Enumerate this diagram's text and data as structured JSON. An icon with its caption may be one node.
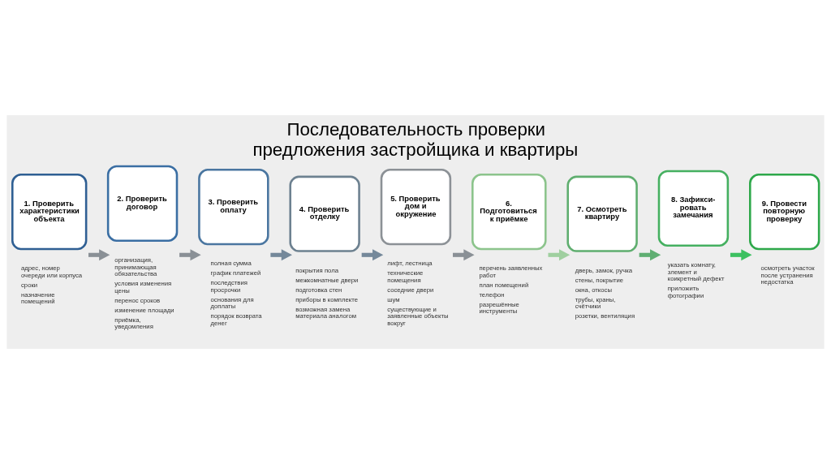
{
  "diagram": {
    "title": "Последовательность проверки предложения застройщика и квартиры",
    "nodes": [
      {
        "text": [
          "1. Проверить характеристики объекта"
        ],
        "beside": [
          "адрес, номер очереди или корпуса",
          "сроки",
          "назначение помещений"
        ]
      },
      {
        "text": [
          "2. Проверить договор"
        ],
        "beside": [
          "организация, принимающая обязательства",
          "условия изменения цены",
          "перенос сроков",
          "изменение площади",
          "приёмка, уведомления"
        ]
      },
      {
        "text": [
          "3. Проверить оплату"
        ],
        "beside": [
          "полная сумма",
          "график платежей",
          "последствия просрочки",
          "основания для доплаты",
          "порядок возврата денег"
        ]
      },
      {
        "text": [
          "4. Проверить отделку"
        ],
        "beside": [
          "покрытия пола",
          "межкомнатные двери",
          "подготовка стен",
          "приборы в комплекте",
          "возможная замена материала аналогом"
        ]
      },
      {
        "text": [
          "5. Проверить дом и окружение"
        ],
        "beside": [
          "лифт, лестница",
          "технические помещения",
          "соседние двери",
          "шум",
          "существующие и заявленные объекты вокруг"
        ]
      },
      {
        "text": [
          "6. Подготовиться к приёмке"
        ],
        "beside": [
          "перечень заявленных работ",
          "план помещений",
          "телефон",
          "разрешённые инструменты"
        ]
      },
      {
        "text": [
          "7. Осмотреть квартиру"
        ],
        "beside": [
          "дверь, замок, ручка",
          "стены, покрытие",
          "окна, откосы",
          "трубы, краны, счётчики",
          "розетки, вентиляция"
        ]
      },
      {
        "text": [
          "8. Зафикси- ровать замечания"
        ],
        "beside": [
          "указать комнату, злемент и коикретный дефект",
          "приложить фотографии"
        ]
      },
      {
        "text": [
          "9. Провести повторную проверку"
        ],
        "beside": [
          "осмотреть участок после устранения недостатка"
        ]
      }
    ],
    "edges": [
      {
        "from": 0,
        "to": 1,
        "arrow": "to"
      },
      {
        "from": 1,
        "to": 2,
        "arrow": "to"
      },
      {
        "from": 2,
        "to": 3,
        "arrow": "to",
        "color": "#74889a"
      },
      {
        "from": 3,
        "to": 4,
        "arrow": "to",
        "color": "#74889a"
      },
      {
        "from": 4,
        "to": 5,
        "arrow": "to"
      },
      {
        "from": 5,
        "to": 6,
        "arrow": "to",
        "color": "#9fcf9f"
      },
      {
        "from": 6,
        "to": 7,
        "arrow": "to",
        "color": "#5fae72"
      },
      {
        "from": 7,
        "to": 8,
        "arrow": "to",
        "color": "#3cc060"
      }
    ]
  }
}
